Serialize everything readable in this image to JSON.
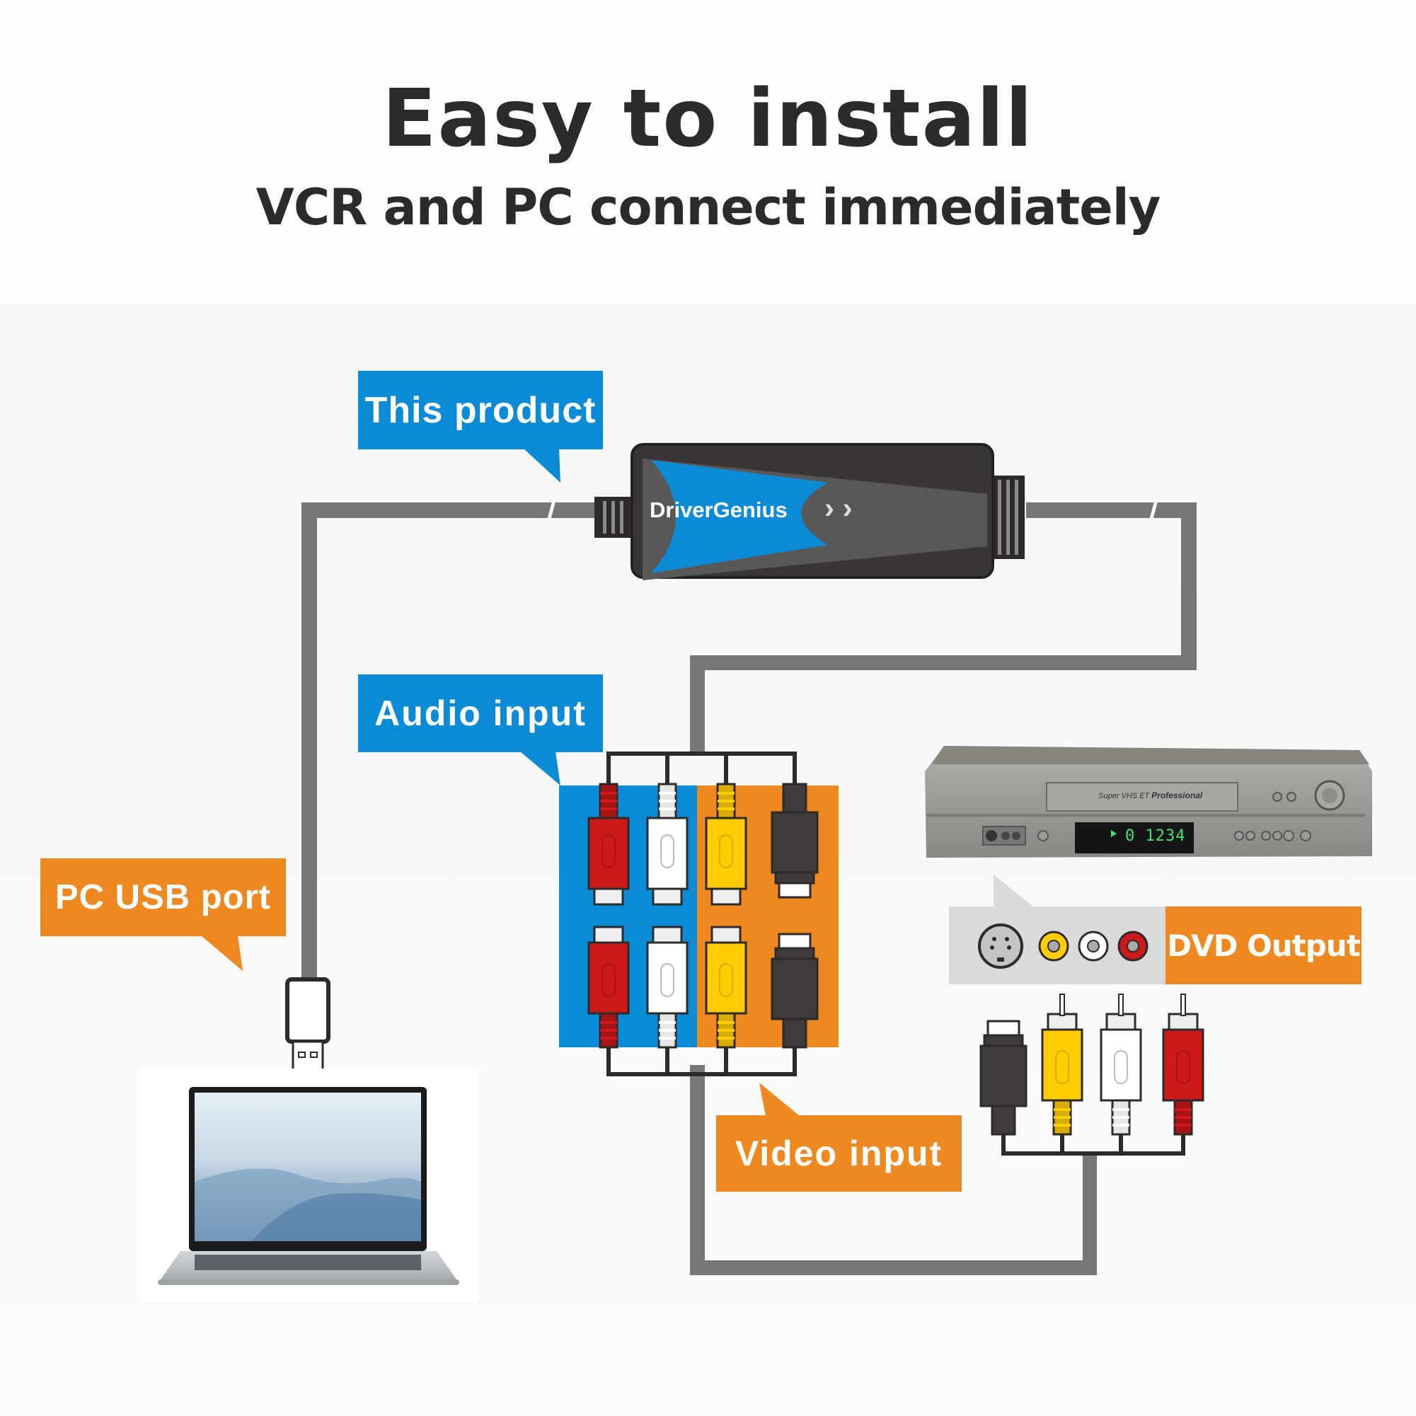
{
  "header": {
    "title": "Easy to install",
    "subtitle": "VCR and PC connect immediately"
  },
  "callouts": {
    "this_product": "This product",
    "audio_input": "Audio input",
    "pc_usb_port": "PC USB port",
    "video_input": "Video input",
    "dvd_output": "DVD Output"
  },
  "device": {
    "brand": "DriverGenius",
    "arrows": "› ›"
  },
  "vcr": {
    "model_text": "Super VHS ET",
    "series_text": "Professional",
    "display_counter": "0 1234"
  },
  "colors": {
    "blue_accent": "#0b8ad6",
    "orange_accent": "#ee8820",
    "cable_gray": "#767676",
    "title_text": "#2d2a2a",
    "rca_red": "#cc1a1a",
    "rca_white": "#ffffff",
    "rca_yellow": "#ffcc00",
    "svideo_black": "#3f3b3b"
  },
  "connectors": {
    "panel_top_row": [
      "red-rca-plug",
      "white-rca-plug",
      "yellow-rca-plug",
      "svideo-plug"
    ],
    "panel_bottom_row": [
      "red-rca-plug",
      "white-rca-plug",
      "yellow-rca-plug",
      "svideo-plug"
    ],
    "vcr_side_row": [
      "svideo-plug",
      "yellow-rca-plug",
      "white-rca-plug",
      "red-rca-plug"
    ],
    "dvd_output_ports": [
      "svideo-port",
      "yellow-rca-port",
      "white-rca-port",
      "red-rca-port"
    ]
  }
}
